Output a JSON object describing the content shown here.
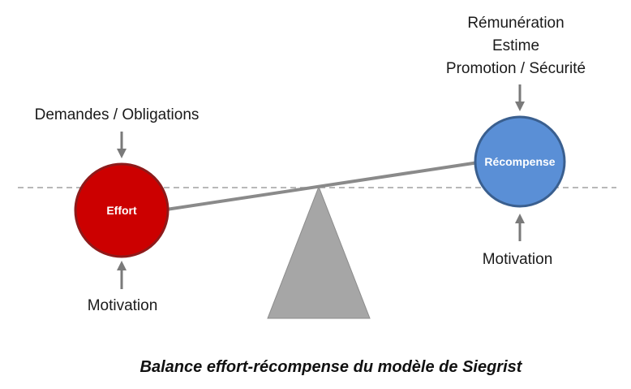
{
  "left": {
    "demands_label": "Demandes / Obligations",
    "circle_label": "Effort",
    "motivation_label": "Motivation",
    "circle_color": "#cc0000",
    "circle_stroke": "#8e1a1a"
  },
  "right": {
    "rewards": [
      "Rémunération",
      "Estime",
      "Promotion / Sécurité"
    ],
    "circle_label": "Récompense",
    "motivation_label": "Motivation",
    "circle_color": "#5a8fd6",
    "circle_stroke": "#3a5f8f"
  },
  "balance": {
    "beam_color": "#8a8a8a",
    "fulcrum_color": "#a6a6a6",
    "reference_line_color": "#a0a0a0",
    "arrow_color": "#7a7a7a"
  },
  "caption": "Balance effort-récompense du modèle de Siegrist"
}
